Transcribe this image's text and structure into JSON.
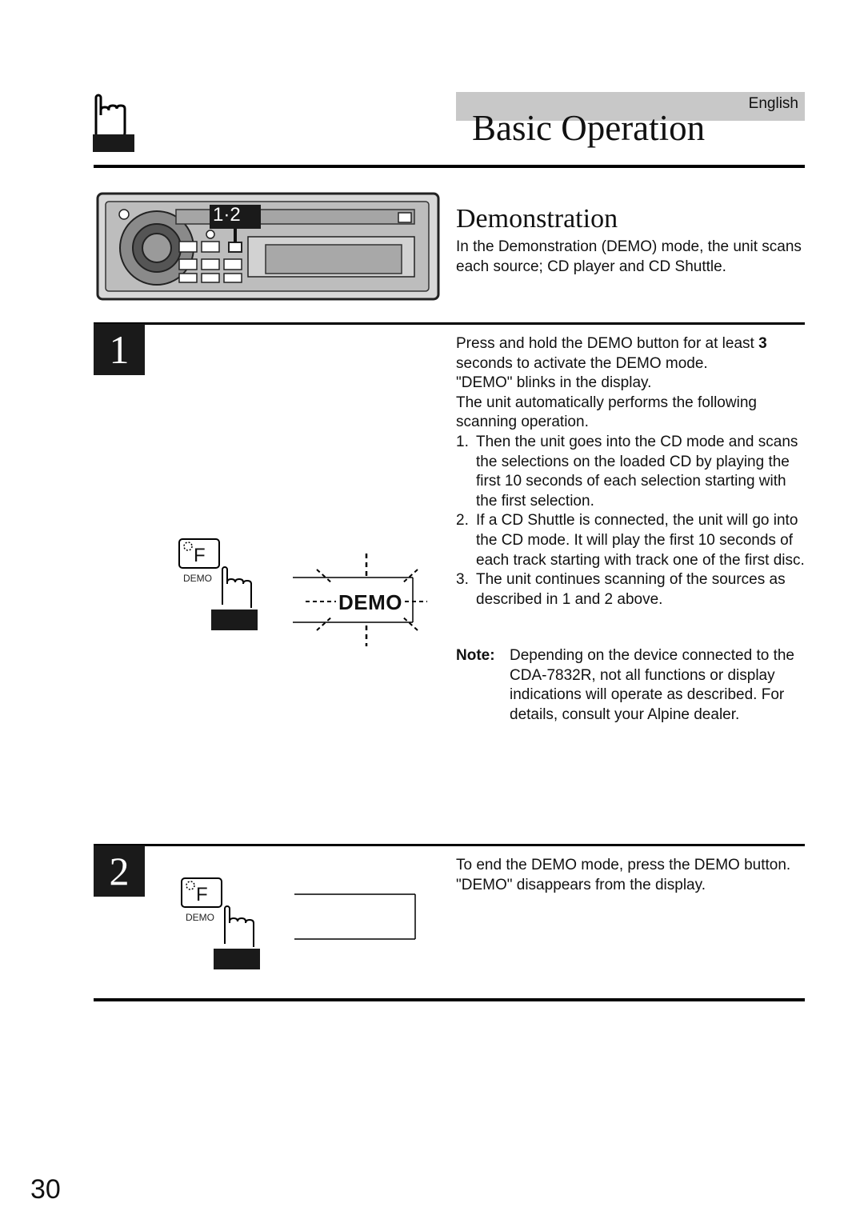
{
  "header": {
    "language": "English",
    "title": "Basic Operation"
  },
  "section": {
    "title": "Demonstration",
    "intro": "In the Demonstration (DEMO) mode, the unit scans each source; CD player and CD Shuttle."
  },
  "illustration": {
    "button_badge": "1·2",
    "f_button_label": "F",
    "demo_button_label": "DEMO",
    "display_text": "DEMO"
  },
  "step1": {
    "number": "1",
    "line1_prefix": "Press and hold the DEMO button for at least ",
    "line1_bold": "3",
    "line1_suffix": " seconds to activate the DEMO mode.",
    "line2": "\"DEMO\" blinks in the display.",
    "line3": "The unit automatically performs the following scanning operation.",
    "items": [
      {
        "num": "1.",
        "text": "Then the unit goes into the CD mode and scans the selections on the loaded CD by playing the first 10 seconds of each selection starting with the first selection."
      },
      {
        "num": "2.",
        "text": "If a CD Shuttle is connected, the unit will go into the CD mode. It will play the first 10 seconds of each track starting with track one of the first disc."
      },
      {
        "num": "3.",
        "text": "The unit continues scanning of the sources as described in 1 and 2 above."
      }
    ],
    "note_label": "Note:",
    "note_text": "Depending on the device connected to the CDA-7832R, not all functions or display indications will operate as described. For details, consult your Alpine dealer."
  },
  "step2": {
    "number": "2",
    "line1": "To end the DEMO mode, press the DEMO button.",
    "line2": "\"DEMO\" disappears from the display."
  },
  "page_number": "30"
}
